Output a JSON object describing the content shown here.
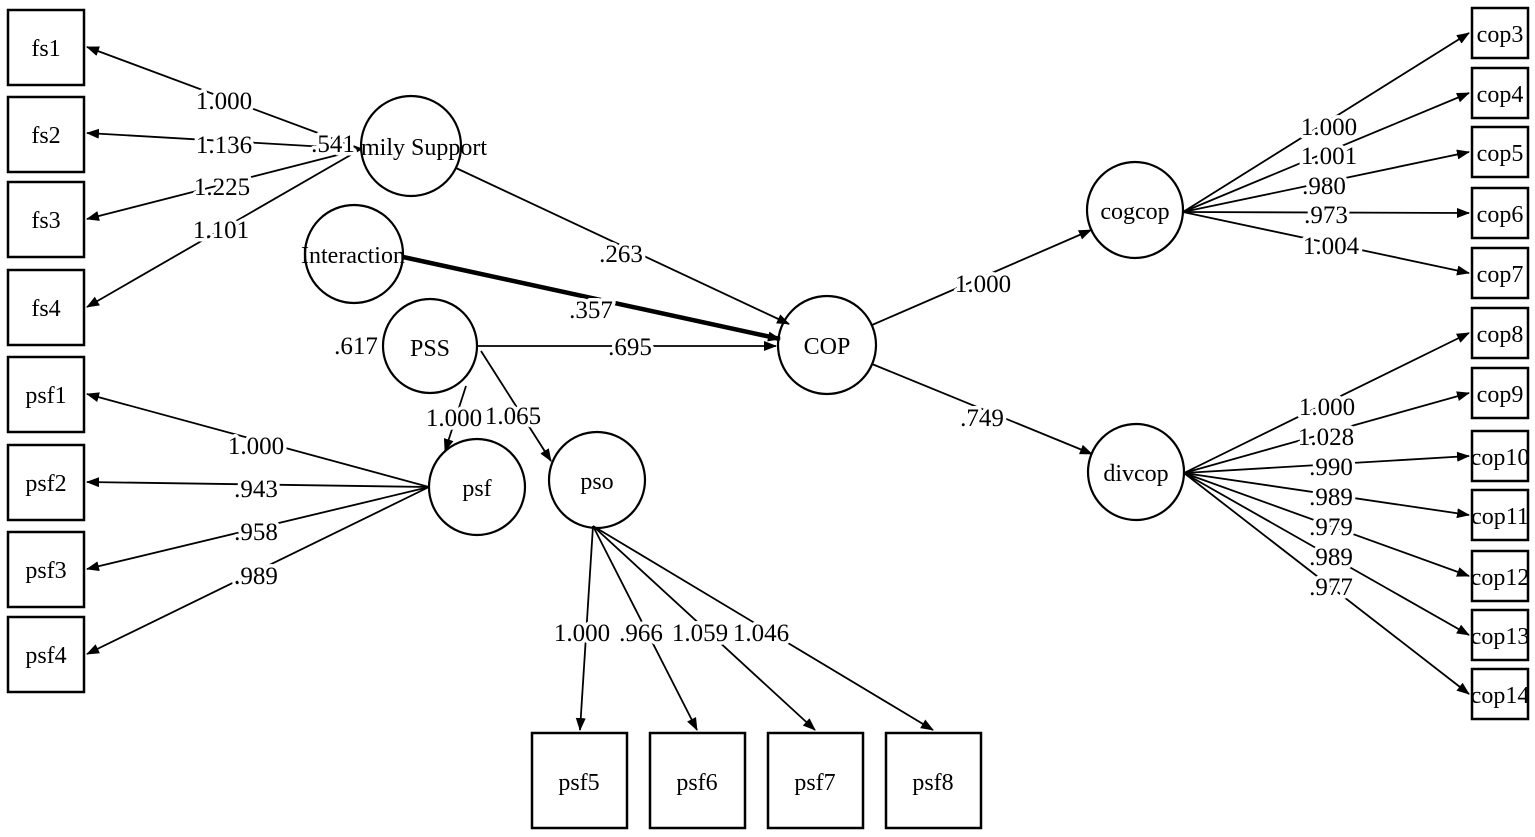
{
  "nodes": {
    "family_support": {
      "label": "mily Support",
      "variance": ".541"
    },
    "interaction": {
      "label": "Interaction"
    },
    "pss": {
      "label": "PSS",
      "variance": ".617"
    },
    "psf": {
      "label": "psf"
    },
    "pso": {
      "label": "pso"
    },
    "cop": {
      "label": "COP"
    },
    "cogcop": {
      "label": "cogcop"
    },
    "divcop": {
      "label": "divcop"
    }
  },
  "indicators": {
    "fs": [
      "fs1",
      "fs2",
      "fs3",
      "fs4"
    ],
    "psf_left": [
      "psf1",
      "psf2",
      "psf3",
      "psf4"
    ],
    "psf_bottom": [
      "psf5",
      "psf6",
      "psf7",
      "psf8"
    ],
    "cogcop": [
      "cop3",
      "cop4",
      "cop5",
      "cop6",
      "cop7"
    ],
    "divcop": [
      "cop8",
      "cop9",
      "cop10",
      "cop11",
      "cop12",
      "cop13",
      "cop14"
    ]
  },
  "loadings": {
    "fs": [
      "1.000",
      "1.136",
      "1.225",
      "1.101"
    ],
    "psf": [
      "1.000",
      ".943",
      ".958",
      ".989"
    ],
    "pso": [
      "1.000",
      ".966",
      "1.059",
      "1.046"
    ],
    "cogcop": [
      "1.000",
      "1.001",
      ".980",
      ".973",
      "1.004"
    ],
    "divcop": [
      "1.000",
      "1.028",
      ".990",
      ".989",
      ".979",
      ".989",
      ".977"
    ]
  },
  "paths": {
    "family_support_to_cop": ".263",
    "interaction_to_cop": ".357",
    "pss_to_cop": ".695",
    "pss_to_psf": "1.000",
    "pss_to_pso": "1.065",
    "cop_to_cogcop": "1.000",
    "cop_to_divcop": ".749"
  },
  "colors": {
    "line": "#000000",
    "interaction_circle": "#ee1414"
  }
}
